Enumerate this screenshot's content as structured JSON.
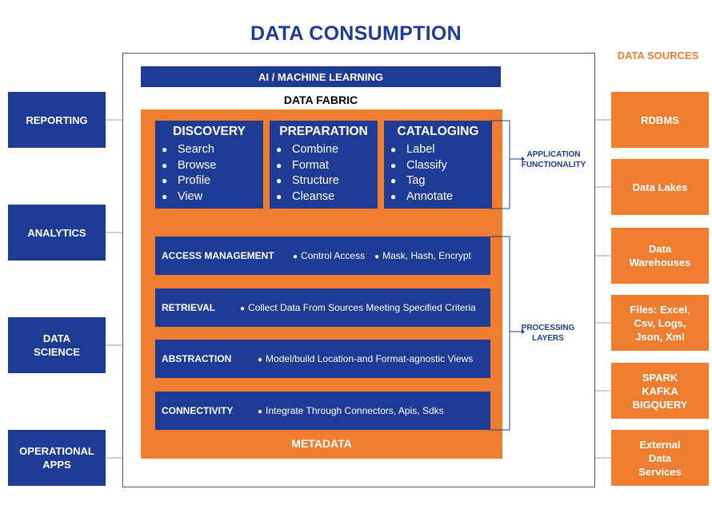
{
  "title": "DATA CONSUMPTION",
  "data_sources_title": "DATA SOURCES",
  "consumers": [
    "REPORTING",
    "ANALYTICS",
    "DATA\nSCIENCE",
    "OPERATIONAL\nAPPS"
  ],
  "sources": [
    "RDBMS",
    "Data Lakes",
    "Data\nWarehouses",
    "Files: Excel,\nCsv, Logs,\nJson, Xml",
    "SPARK\nKAFKA\nBIGQUERY",
    "External\nData\nServices"
  ],
  "ai_ml_label": "AI / MACHINE LEARNING",
  "fabric_title": "DATA FABRIC",
  "functions": [
    {
      "title": "DISCOVERY",
      "items": [
        "Search",
        "Browse",
        "Profile",
        "View"
      ]
    },
    {
      "title": "PREPARATION",
      "items": [
        "Combine",
        "Format",
        "Structure",
        "Cleanse"
      ]
    },
    {
      "title": "CATALOGING",
      "items": [
        "Label",
        "Classify",
        "Tag",
        "Annotate"
      ]
    }
  ],
  "layers": [
    {
      "name": "ACCESS MANAGEMENT",
      "items": [
        "Control Access",
        "Mask, Hash, Encrypt"
      ]
    },
    {
      "name": "RETRIEVAL",
      "items": [
        "Collect Data From Sources Meeting Specified Criteria"
      ]
    },
    {
      "name": "ABSTRACTION",
      "items": [
        "Model/build Location-and Format-agnostic Views"
      ]
    },
    {
      "name": "CONNECTIVITY",
      "items": [
        "Integrate Through Connectors, Apis, Sdks"
      ]
    }
  ],
  "metadata_label": "METADATA",
  "app_functionality_label": "APPLICATION\nFUNCTIONALITY",
  "processing_layers_label": "PROCESSING\nLAYERS",
  "bullet": "●",
  "colors": {
    "navy": "#1e3c96",
    "orange": "#ee7d30"
  }
}
